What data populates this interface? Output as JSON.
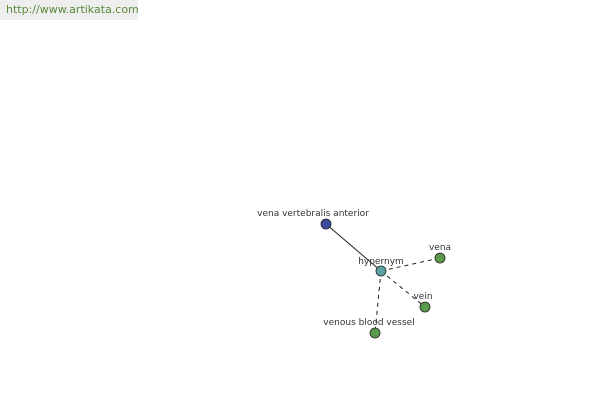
{
  "watermark": {
    "text": "http://www.artikata.com"
  },
  "graph": {
    "nodes": [
      {
        "id": "vena_vertebralis_anterior",
        "label": "vena vertebralis anterior",
        "color": "#3b4a9e"
      },
      {
        "id": "hypernym",
        "label": "hypernym",
        "color": "#5ba3a3"
      },
      {
        "id": "vena",
        "label": "vena",
        "color": "#5a9a4a"
      },
      {
        "id": "vein",
        "label": "vein",
        "color": "#5a9a4a"
      },
      {
        "id": "venous_blood_vessel",
        "label": "venous blood vessel",
        "color": "#5a9a4a"
      }
    ],
    "edges": [
      {
        "from": "vena_vertebralis_anterior",
        "to": "hypernym",
        "style": "solid"
      },
      {
        "from": "hypernym",
        "to": "vena",
        "style": "dashed"
      },
      {
        "from": "hypernym",
        "to": "vein",
        "style": "dashed"
      },
      {
        "from": "hypernym",
        "to": "venous_blood_vessel",
        "style": "dashed"
      }
    ]
  }
}
